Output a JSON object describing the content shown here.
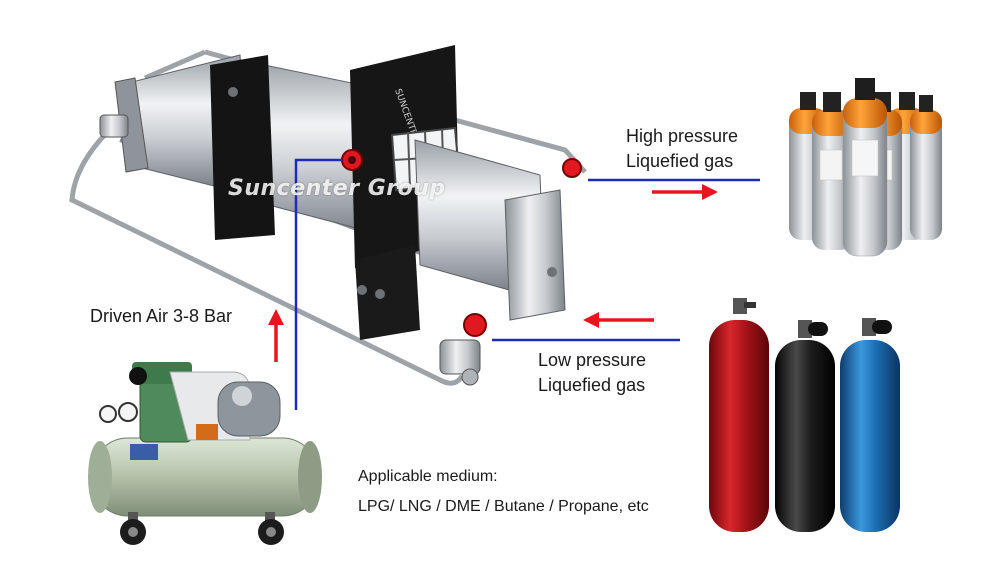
{
  "labels": {
    "high_pressure_line1": "High pressure",
    "high_pressure_line2": "Liquefied gas",
    "low_pressure_line1": "Low pressure",
    "low_pressure_line2": "Liquefied gas",
    "driven_air": "Driven Air 3-8 Bar",
    "applicable_title": "Applicable medium:",
    "applicable_list": "LPG/ LNG / DME / Butane / Propane, etc"
  },
  "watermark": "Suncenter Group",
  "colors": {
    "flow_line": "#1c2bb8",
    "arrow": "#e8141e",
    "high_cylinder_cap": "#f08a12",
    "low_cylinder_red": "#b0141a",
    "low_cylinder_black": "#1b1b1b",
    "low_cylinder_blue": "#1d6fb8",
    "compressor_body": "#b9c6b2"
  },
  "icons": [
    "gas-booster-pump-icon",
    "air-compressor-icon",
    "small-cylinder-icon",
    "large-cylinder-icon"
  ]
}
